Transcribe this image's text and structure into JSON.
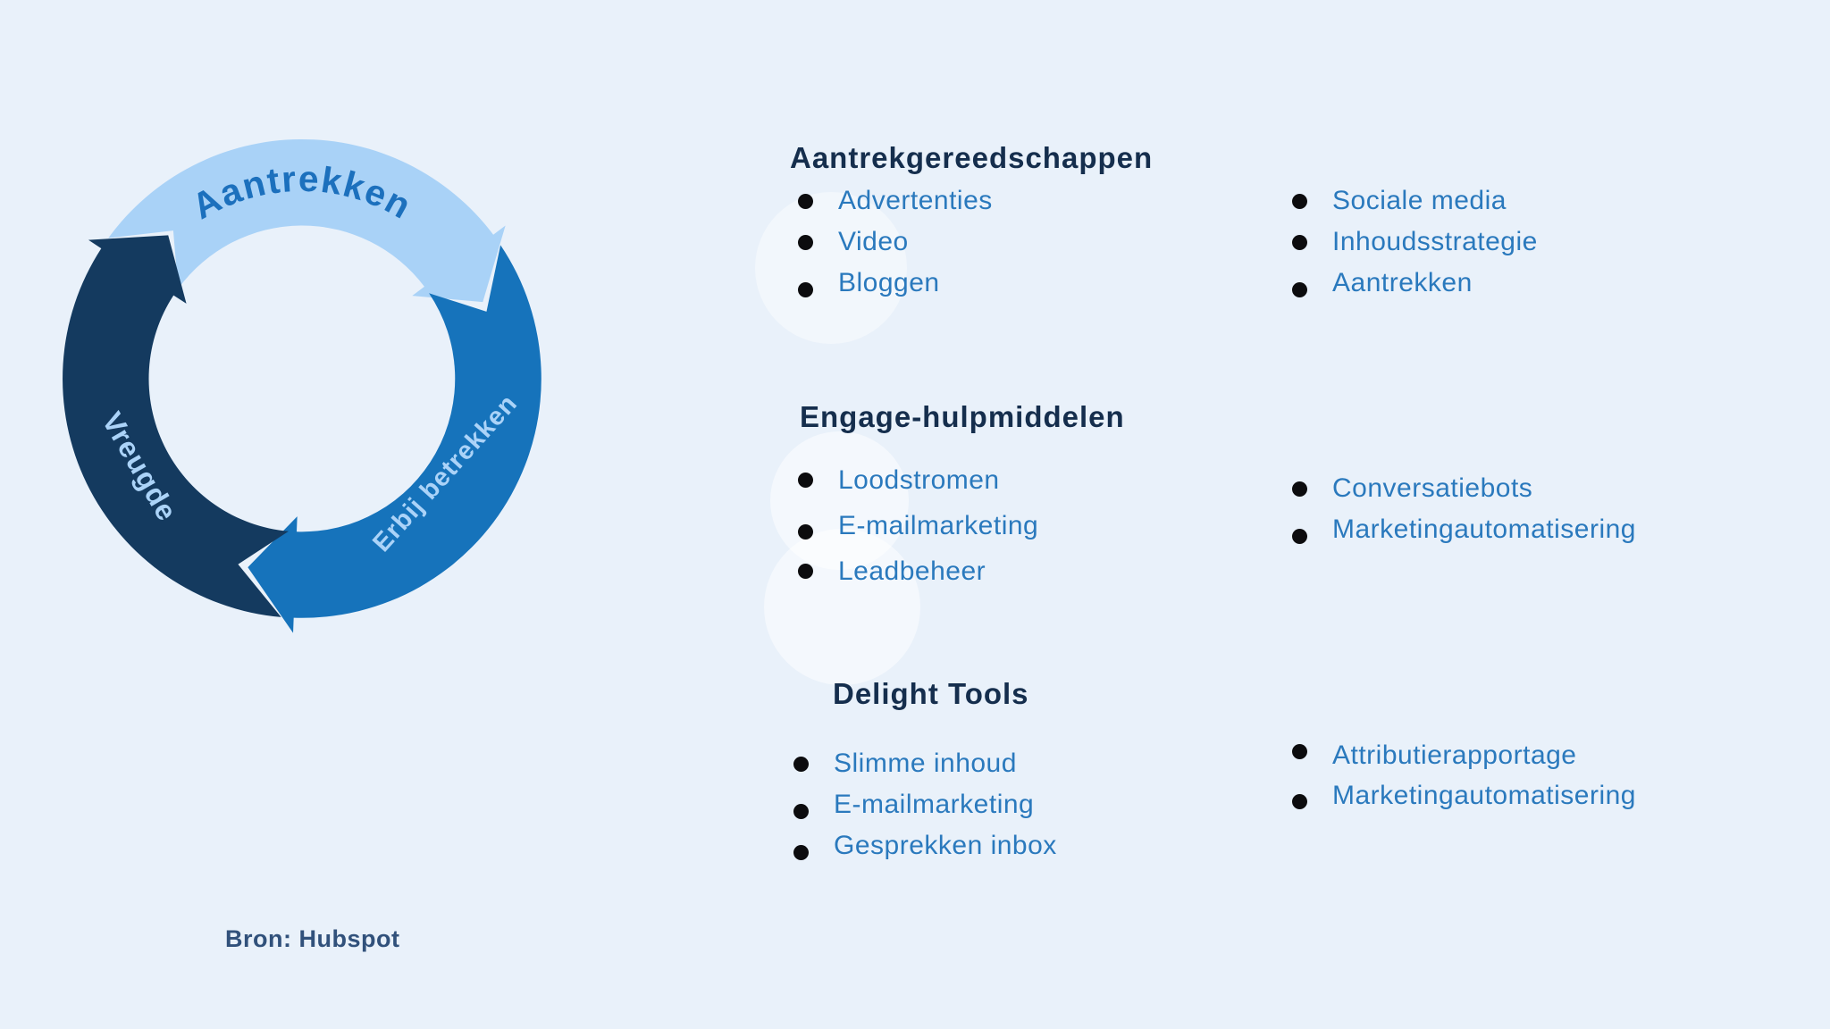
{
  "background_color": "#e9f1fa",
  "flywheel": {
    "segments": [
      {
        "id": "attract",
        "label": "Aantrekken",
        "color": "#a9d2f7",
        "label_color": "#1c70bd"
      },
      {
        "id": "engage",
        "label": "Erbij betrekken",
        "color": "#1673bb",
        "label_color": "#abd3f8"
      },
      {
        "id": "delight",
        "label": "Vreugde",
        "color": "#143a5f",
        "label_color": "#abd3f8"
      }
    ]
  },
  "tool_groups": [
    {
      "heading": "Aantrekgereedschappen",
      "column1": [
        "Advertenties",
        "Video",
        "Bloggen"
      ],
      "column2": [
        "Sociale media",
        "Inhoudsstrategie",
        "Aantrekken"
      ]
    },
    {
      "heading": "Engage-hulpmiddelen",
      "column1": [
        "Loodstromen",
        "E-mailmarketing",
        "Leadbeheer"
      ],
      "column2": [
        "Conversatiebots",
        "Marketingautomatisering"
      ]
    },
    {
      "heading": "Delight Tools",
      "column1": [
        "Slimme inhoud",
        "E-mailmarketing",
        "Gesprekken inbox"
      ],
      "column2": [
        "Attributierapportage",
        "Marketingautomatisering"
      ]
    }
  ],
  "source_label": "Bron: Hubspot",
  "colors": {
    "heading": "#152e4d",
    "list_item": "#2a79bd",
    "bullet": "#0c0c0e",
    "source": "#31517b"
  }
}
